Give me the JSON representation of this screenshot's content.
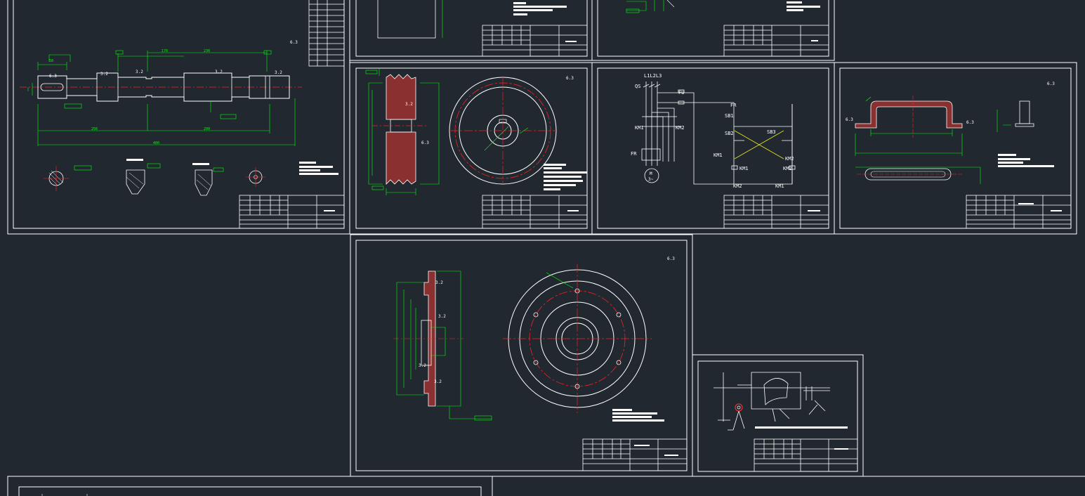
{
  "app": {
    "background": "#212830"
  },
  "colors": {
    "frame": "#ffffff",
    "dimension": "#00ff00",
    "centerline": "#ff2020",
    "hatch": "#8a3030",
    "cross": "#e8e820"
  },
  "sheets": {
    "shaft": {
      "roughness": "6.3"
    },
    "pulley": {
      "roughness": "6.3"
    },
    "circuit": {
      "labels": [
        "L1L2L3",
        "QS",
        "FU",
        "FR",
        "SB1",
        "SB2",
        "SB3",
        "KM1",
        "KM2",
        "KM1",
        "KM2",
        "FR",
        "KM1",
        "KM2",
        "KM2",
        "KM1",
        "M",
        "3~"
      ]
    },
    "bracket": {
      "roughness": "6.3"
    },
    "flange": {
      "roughness": "6.3"
    },
    "mechanism": {}
  }
}
